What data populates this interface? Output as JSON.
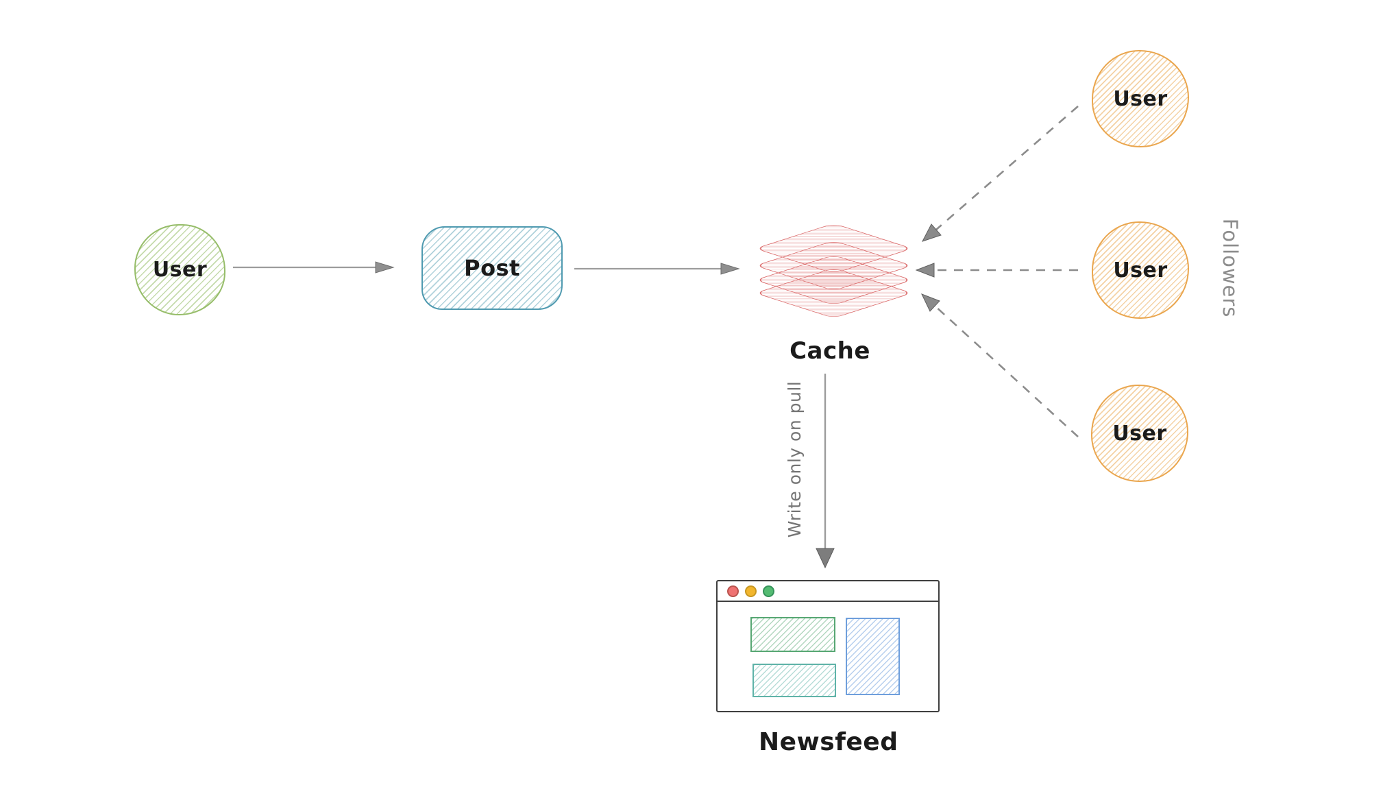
{
  "canvas": {
    "background": "#ffffff"
  },
  "nodes": {
    "user_publisher": {
      "label": "User",
      "color": "#96bd69",
      "shape": "circle"
    },
    "post": {
      "label": "Post",
      "color": "#4f9ab0",
      "shape": "rounded-rectangle"
    },
    "cache": {
      "label": "Cache",
      "color": "#dd7373",
      "shape": "layer-stack",
      "layers": 4
    },
    "followers": {
      "group_label": "Followers",
      "color": "#eaa64e",
      "items": [
        {
          "label": "User"
        },
        {
          "label": "User"
        },
        {
          "label": "User"
        }
      ]
    },
    "newsfeed": {
      "label": "Newsfeed",
      "shape": "browser-window",
      "frame_color": "#3f3f3f",
      "traffic_light_colors": [
        "#ef7272",
        "#f2b62e",
        "#54bb72"
      ],
      "content_block_colors": [
        "#57a773",
        "#5fb3a8",
        "#6f9fdc"
      ]
    }
  },
  "edges": {
    "color": "#8c8c8c",
    "user_to_post": {
      "from": "User",
      "to": "Post",
      "style": "solid"
    },
    "post_to_cache": {
      "from": "Post",
      "to": "Cache",
      "style": "solid"
    },
    "cache_to_newsfeed": {
      "from": "Cache",
      "to": "Newsfeed",
      "style": "solid",
      "label": "Write only on pull"
    },
    "follower1_to_cache": {
      "from": "User",
      "to": "Cache",
      "style": "dashed"
    },
    "follower2_to_cache": {
      "from": "User",
      "to": "Cache",
      "style": "dashed"
    },
    "follower3_to_cache": {
      "from": "User",
      "to": "Cache",
      "style": "dashed"
    }
  }
}
